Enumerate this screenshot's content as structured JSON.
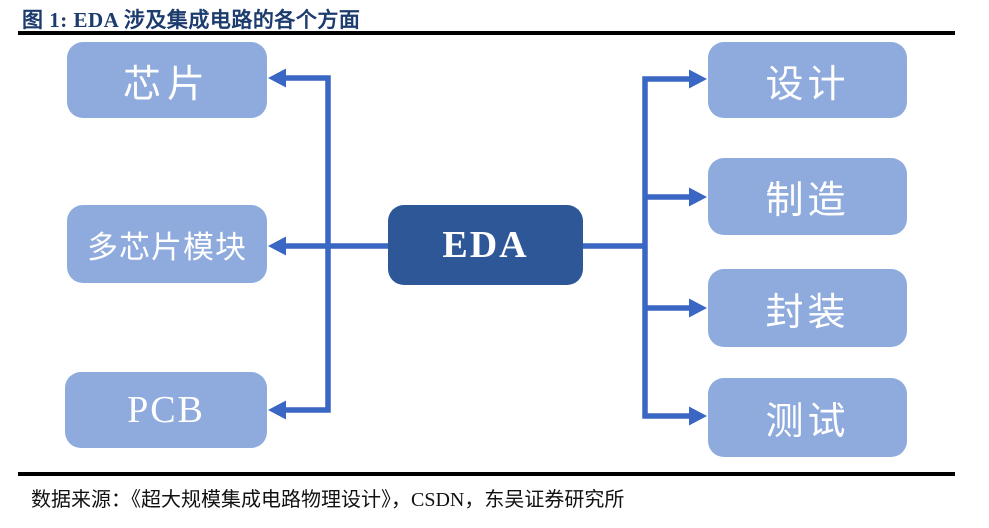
{
  "figure": {
    "title": "图 1:  EDA 涉及集成电路的各个方面",
    "source": "数据来源：《超大规模集成电路物理设计》，CSDN，东吴证券研究所"
  },
  "diagram": {
    "center_node": {
      "label": "EDA"
    },
    "left_nodes": [
      {
        "label": "芯片"
      },
      {
        "label": "多芯片模块"
      },
      {
        "label": "PCB"
      }
    ],
    "right_nodes": [
      {
        "label": "设计"
      },
      {
        "label": "制造"
      },
      {
        "label": "封装"
      },
      {
        "label": "测试"
      }
    ],
    "edges": [
      {
        "from": "EDA",
        "to": "芯片"
      },
      {
        "from": "EDA",
        "to": "多芯片模块"
      },
      {
        "from": "EDA",
        "to": "PCB"
      },
      {
        "from": "EDA",
        "to": "设计"
      },
      {
        "from": "EDA",
        "to": "制造"
      },
      {
        "from": "EDA",
        "to": "封装"
      },
      {
        "from": "EDA",
        "to": "测试"
      }
    ]
  },
  "colors": {
    "title_color": "#1C3C6E",
    "rule_color": "#000000",
    "light_node_color": "#8FAADC",
    "dark_node_color": "#2E5797",
    "node_text_color": "#FFFFFF",
    "connector_color": "#3A67C4",
    "source_color": "#111111"
  }
}
